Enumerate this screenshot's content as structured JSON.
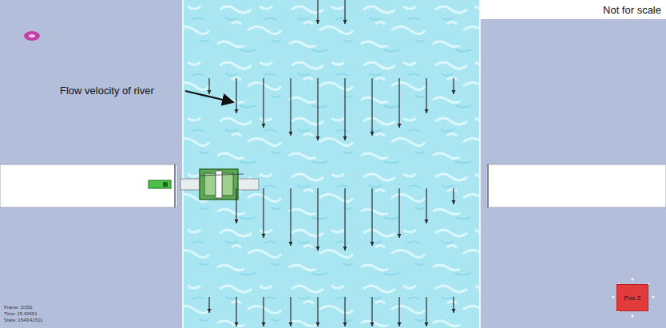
{
  "diagram": {
    "nodes": [
      {
        "text": [
          "Pos Z"
        ]
      }
    ],
    "edges": [],
    "labels": [
      "Not for scale",
      "Flow velocity of river",
      "Frame: 2/252",
      "Time: 15.42691",
      "State: 1543/41511"
    ]
  }
}
